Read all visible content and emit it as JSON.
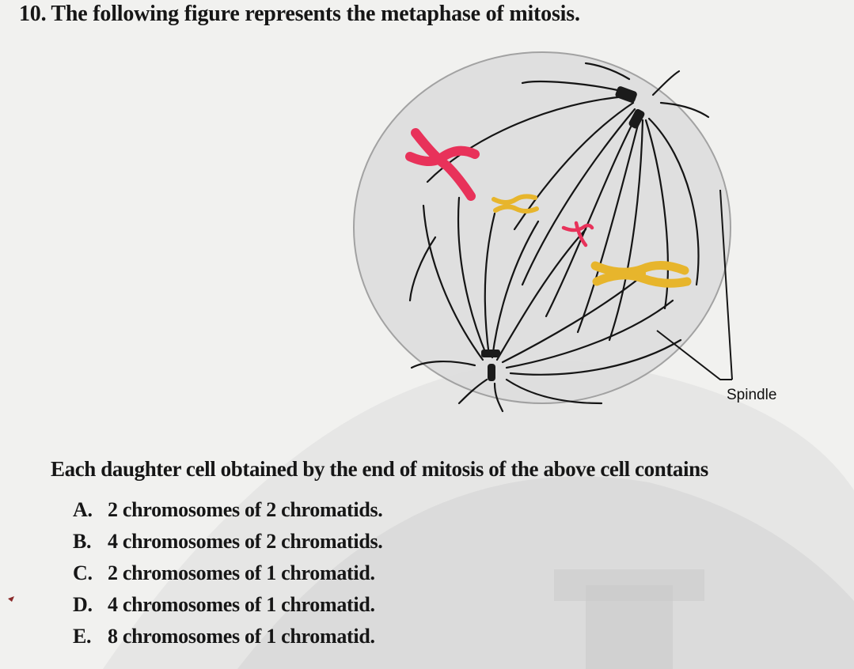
{
  "question": {
    "number": "10.",
    "title": "The following figure represents the metaphase of mitosis."
  },
  "figure": {
    "spindle_label": "Spindle",
    "chromosome_colors": [
      "#e8325a",
      "#e7b52c",
      "#e8325a",
      "#e7b52c"
    ],
    "centrosome_color": "#1b1b1b"
  },
  "stem": "Each daughter cell obtained by the end of mitosis of the above cell contains",
  "options": [
    {
      "letter": "A.",
      "text": "2 chromosomes of 2 chromatids."
    },
    {
      "letter": "B.",
      "text": "4 chromosomes of 2 chromatids."
    },
    {
      "letter": "C.",
      "text": "2 chromosomes of 1 chromatid."
    },
    {
      "letter": "D.",
      "text": "4 chromosomes of 1 chromatid."
    },
    {
      "letter": "E.",
      "text": "8 chromosomes of 1 chromatid."
    }
  ]
}
